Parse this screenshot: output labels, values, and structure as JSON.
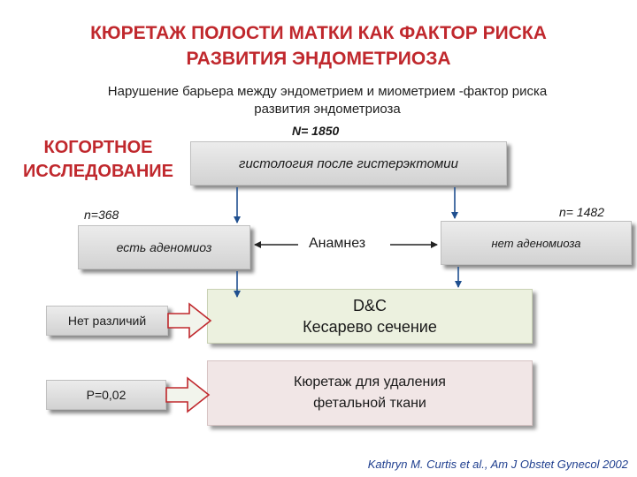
{
  "title_line1": "КЮРЕТАЖ ПОЛОСТИ МАТКИ КАК ФАКТОР РИСКА",
  "title_line2": "РАЗВИТИЯ ЭНДОМЕТРИОЗА",
  "subtitle_line1": "Нарушение барьера между эндометрием и миометрием -фактор риска",
  "subtitle_line2": "развития эндометриоза",
  "n_total": "N= 1850",
  "cohort_line1": "КОГОРТНОЕ",
  "cohort_line2": "ИССЛЕДОВАНИЕ",
  "histology_box": "гистология после гистерэктомии",
  "n_left": "n=368",
  "n_right": "n= 1482",
  "adenomyosis_yes": "есть аденомиоз",
  "adenomyosis_no": "нет аденомиоза",
  "anamnesis": "Анамнез",
  "dc_line1": "D&C",
  "dc_line2": "Кесарево сечение",
  "no_difference": "Нет различий",
  "p_value": "P=0,02",
  "curettage_line1": "Кюретаж для удаления",
  "curettage_line2": "фетальной ткани",
  "citation": "Kathryn M. Curtis et al., Am J Obstet Gynecol 2002",
  "colors": {
    "title_red": "#c0282d",
    "arrow_blue": "#1f4f8f",
    "citation_blue": "#1f3f8f"
  }
}
